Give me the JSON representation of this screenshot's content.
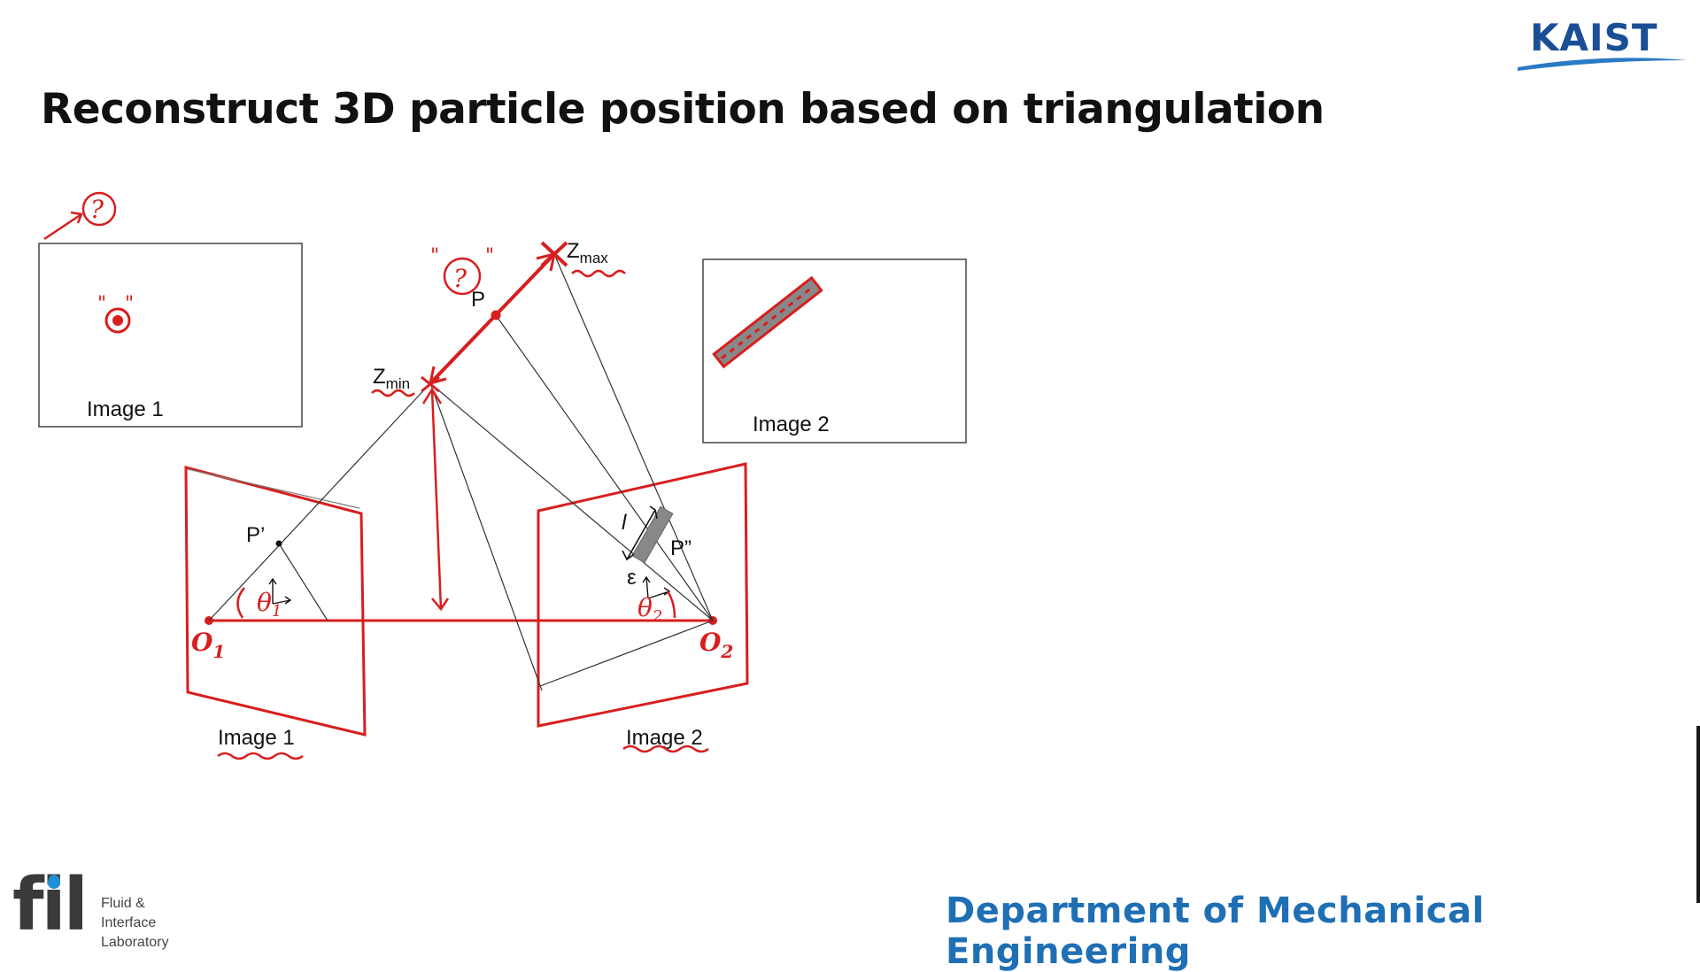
{
  "slide": {
    "title": "Reconstruct 3D particle position based on triangulation",
    "logo": "KAIST",
    "footer": "Department of Mechanical Engineering",
    "lab_logo": {
      "mark": "fil",
      "line1": "Fluid &",
      "line2": "Interface",
      "line3": "Laboratory"
    },
    "accent_colors": {
      "kaist_blue": "#1a4f95",
      "footer_blue": "#1f6fb5",
      "annotation_red": "#d81e1e"
    }
  },
  "diagram": {
    "image1_inset_label": "Image 1",
    "image2_inset_label": "Image 2",
    "image1_plane_label": "Image 1",
    "image2_plane_label": "Image 2",
    "point_p": "P",
    "point_p_prime": "P’",
    "point_p_double_prime": "P”",
    "z_max": "Z",
    "z_max_sub": "max",
    "z_min": "Z",
    "z_min_sub": "min",
    "length_l": "l",
    "epsilon": "ε",
    "origin1": "O",
    "origin1_sub": "1",
    "origin2": "O",
    "origin2_sub": "2",
    "theta1": "θ",
    "theta1_sub": "1",
    "theta2": "θ",
    "theta2_sub": "2",
    "question_mark": "?"
  }
}
